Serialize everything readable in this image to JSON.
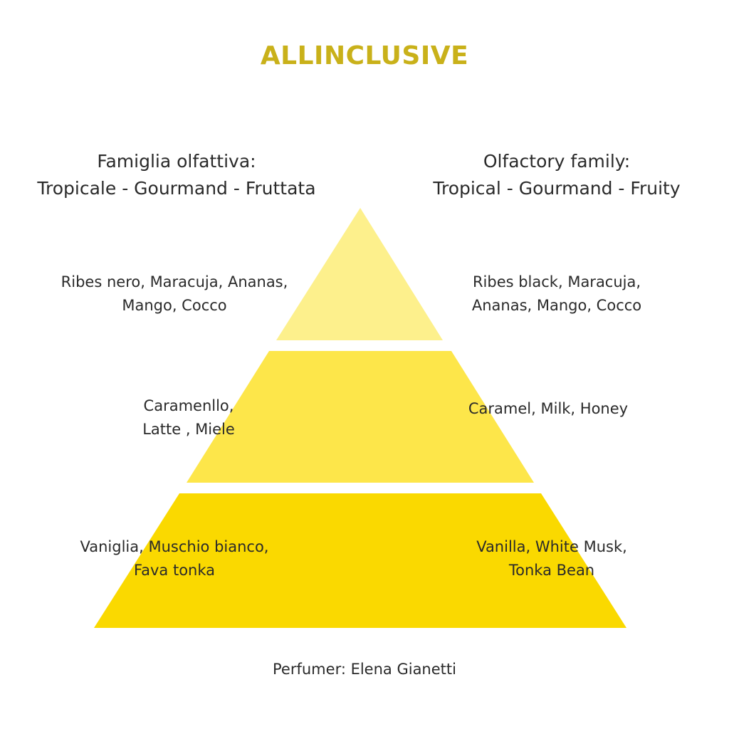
{
  "title": "ALLINCLUSIVE",
  "colors": {
    "title": "#c9b11a",
    "top_tier": "#fdf08c",
    "middle_tier": "#fde64a",
    "base_tier": "#fad900",
    "text": "#2a2a2a"
  },
  "family": {
    "italian": {
      "heading": "Famiglia olfattiva:",
      "value": "Tropicale - Gourmand -  Fruttata"
    },
    "english": {
      "heading": "Olfactory family:",
      "value": "Tropical - Gourmand - Fruity"
    }
  },
  "notes": {
    "top": {
      "italian": [
        "Ribes nero, Maracuja, Ananas,",
        "Mango, Cocco"
      ],
      "english": [
        "Ribes black, Maracuja,",
        "Ananas, Mango, Cocco"
      ]
    },
    "middle": {
      "italian": [
        "Caramenllo,",
        "Latte , Miele"
      ],
      "english": [
        "Caramel, Milk, Honey"
      ]
    },
    "base": {
      "italian": [
        "Vaniglia, Muschio bianco,",
        "Fava tonka"
      ],
      "english": [
        "Vanilla, White Musk,",
        "Tonka Bean"
      ]
    }
  },
  "perfumer": "Perfumer: Elena Gianetti"
}
